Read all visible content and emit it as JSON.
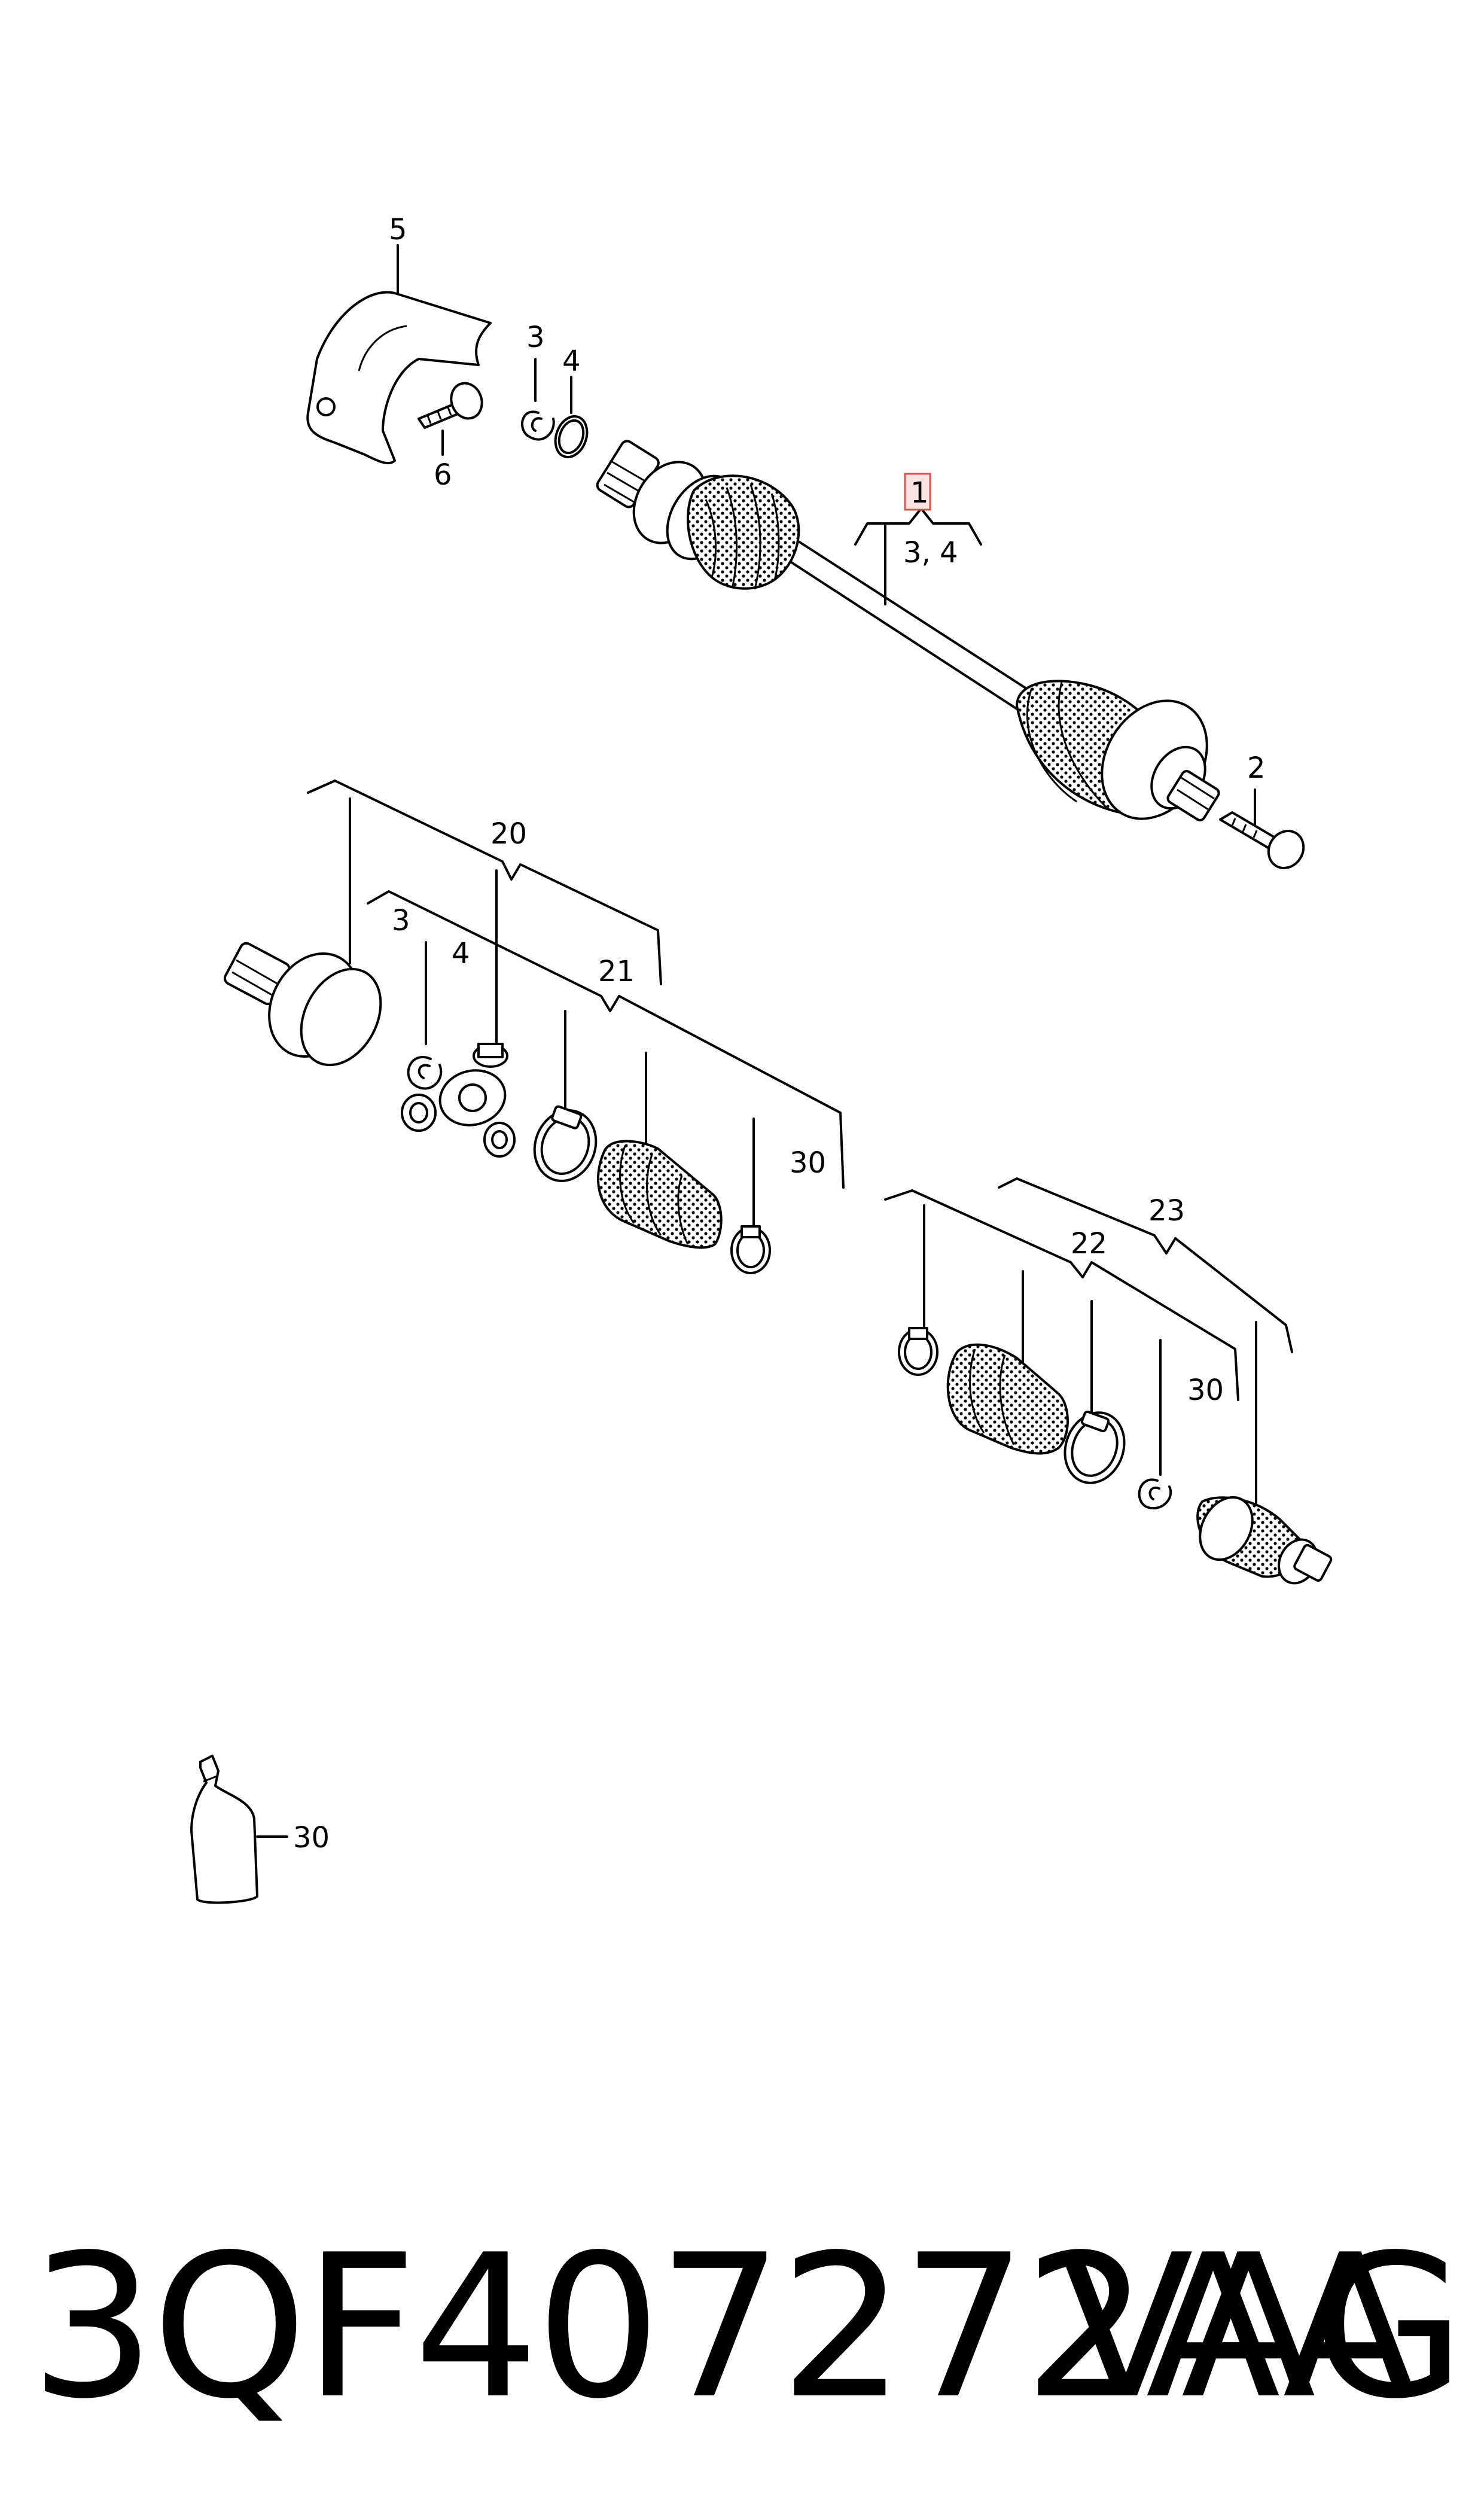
{
  "diagram": {
    "callouts": {
      "c1": "1",
      "c1_sub": "3, 4",
      "c2": "2",
      "c3_top": "3",
      "c4_top": "4",
      "c5": "5",
      "c6": "6",
      "c20": "20",
      "c21": "21",
      "c3_mid": "3",
      "c4_mid": "4",
      "c30_a": "30",
      "c23": "23",
      "c22": "22",
      "c30_b": "30",
      "c30_tube": "30"
    },
    "highlight_color": "#d9534f"
  },
  "footer": {
    "part_number": "3QF407272AA",
    "brand": "VAG"
  }
}
